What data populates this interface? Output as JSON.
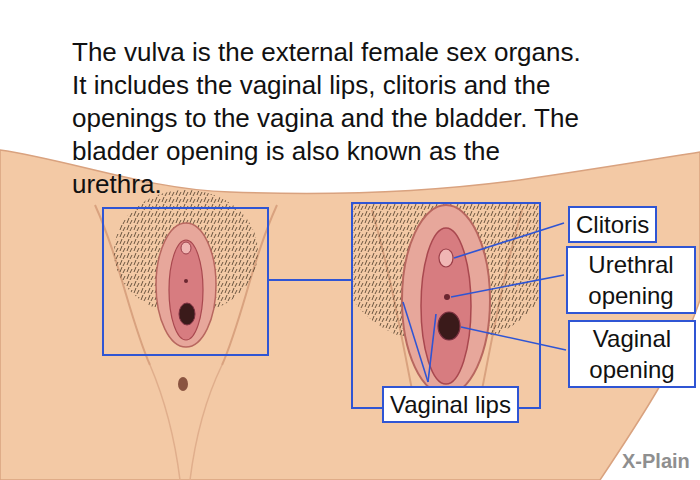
{
  "diagram": {
    "title": "The vulva is the external female sex organs. It includes the vaginal lips, clitoris and the openings to the vagina and the bladder. The bladder opening is also known as the urethra.",
    "nodes": [
      {
        "text": [
          "Clitoris"
        ]
      },
      {
        "text": [
          "Urethral opening"
        ]
      },
      {
        "text": [
          "Vaginal opening"
        ]
      },
      {
        "text": [
          "Vaginal lips"
        ]
      }
    ],
    "labels": [
      "X-Plain"
    ]
  }
}
